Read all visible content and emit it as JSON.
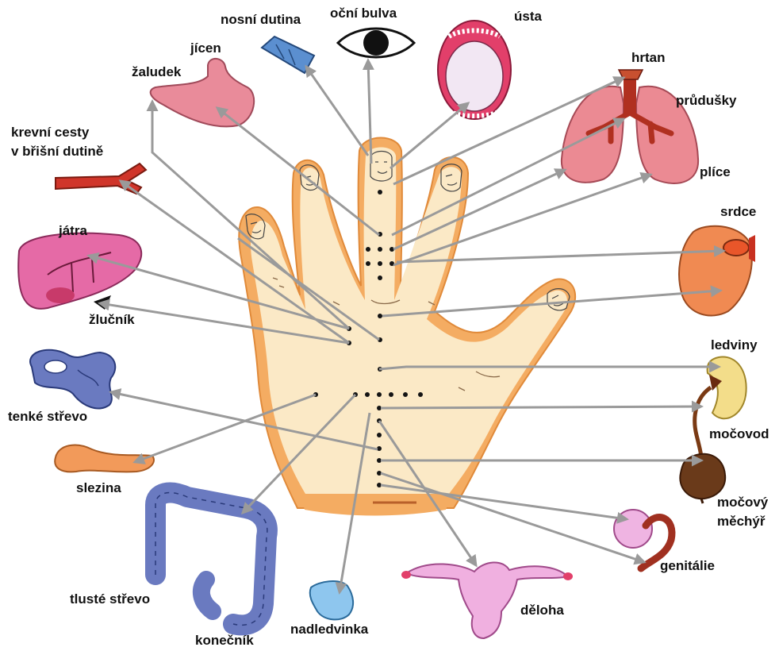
{
  "labels": {
    "nosni_dutina": "nosní dutina",
    "ocni_bulva": "oční bulva",
    "usta": "ústa",
    "jicen": "jícen",
    "zaludek": "žaludek",
    "hrtan": "hrtan",
    "prudusky": "průdušky",
    "plice": "plíce",
    "krevni_cesty_1": "krevní cesty",
    "krevni_cesty_2": "v břišní dutině",
    "jatra": "játra",
    "zlucnik": "žlučník",
    "srdce": "srdce",
    "ledviny": "ledviny",
    "mocovod": "močovod",
    "tenke_strevo": "tenké střevo",
    "slezina": "slezina",
    "mocovy_1": "močový",
    "mocovy_2": "měchýř",
    "genitalie": "genitálie",
    "tluste_strevo": "tlusté střevo",
    "konecnik": "konečník",
    "nadledvinka": "nadledvinka",
    "deloha": "děloha"
  },
  "colors": {
    "hand_fill": "#fbe9c6",
    "hand_outline": "#f2a35a",
    "arrow": "#9a9a9a",
    "dot": "#141414"
  }
}
